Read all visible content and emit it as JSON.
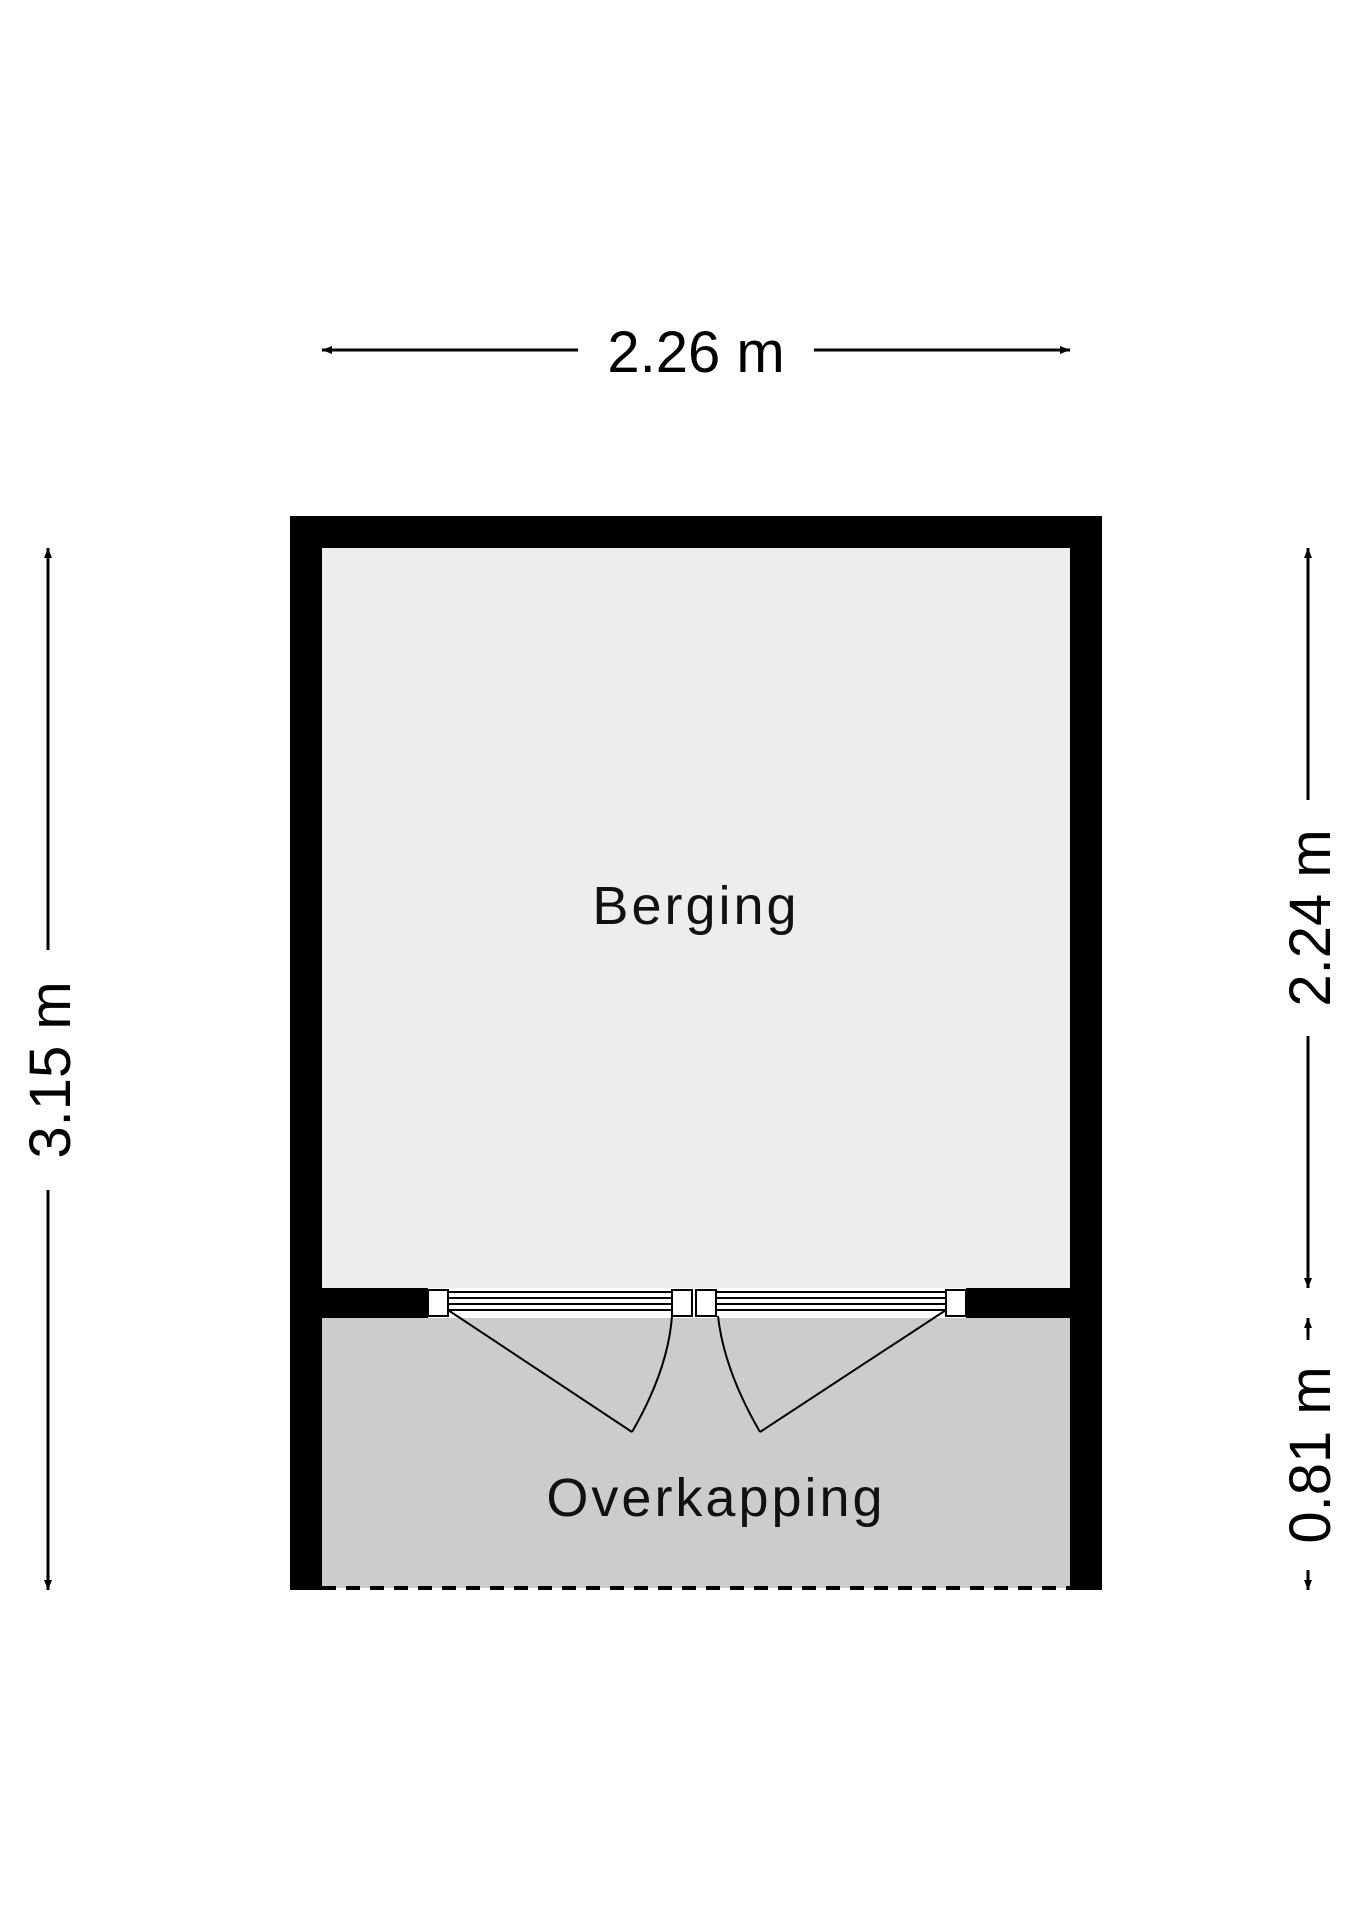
{
  "rooms": {
    "berging": {
      "label": "Berging",
      "fill": "#ededed"
    },
    "overkapping": {
      "label": "Overkapping",
      "fill": "#cccccc"
    }
  },
  "dimensions": {
    "top_width": "2.26 m",
    "left_height": "3.15 m",
    "right_upper": "2.24 m",
    "right_lower": "0.81 m"
  },
  "colors": {
    "wall": "#000000",
    "background": "#ffffff"
  }
}
